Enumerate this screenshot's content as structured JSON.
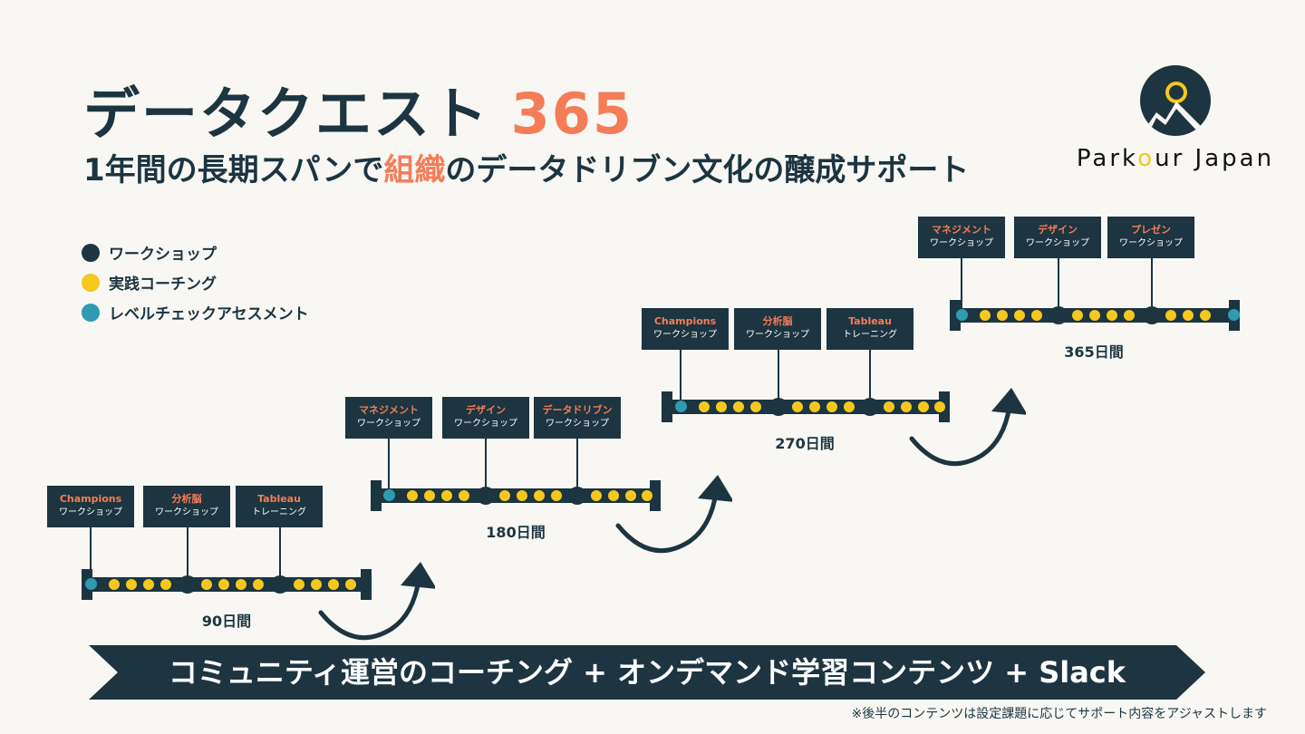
{
  "header": {
    "title": "データクエスト",
    "title_number": "365",
    "subtitle_pre": "1年間の長期スパンで",
    "subtitle_accent": "組織",
    "subtitle_post": "のデータドリブン文化の醸成サポート"
  },
  "logo": {
    "name_pre": "Park",
    "name_o": "o",
    "name_post": "ur Japan"
  },
  "legend": [
    {
      "label": "ワークショップ",
      "color": "#1c3540"
    },
    {
      "label": "実践コーチング",
      "color": "#f6c81e"
    },
    {
      "label": "レベルチェックアセスメント",
      "color": "#2e9bb1"
    }
  ],
  "stages": [
    {
      "days": "90日間",
      "items": [
        {
          "top": "Champions",
          "bottom": "ワークショップ"
        },
        {
          "top": "分析脳",
          "bottom": "ワークショップ"
        },
        {
          "top": "Tableau",
          "bottom": "トレーニング"
        }
      ]
    },
    {
      "days": "180日間",
      "items": [
        {
          "top": "マネジメント",
          "bottom": "ワークショップ"
        },
        {
          "top": "デザイン",
          "bottom": "ワークショップ"
        },
        {
          "top": "データドリブン",
          "bottom": "ワークショップ"
        }
      ]
    },
    {
      "days": "270日間",
      "items": [
        {
          "top": "Champions",
          "bottom": "ワークショップ"
        },
        {
          "top": "分析脳",
          "bottom": "ワークショップ"
        },
        {
          "top": "Tableau",
          "bottom": "トレーニング"
        }
      ]
    },
    {
      "days": "365日間",
      "items": [
        {
          "top": "マネジメント",
          "bottom": "ワークショップ"
        },
        {
          "top": "デザイン",
          "bottom": "ワークショップ"
        },
        {
          "top": "プレゼン",
          "bottom": "ワークショップ"
        }
      ]
    }
  ],
  "banner": "コミュニティ運営のコーチング + オンデマンド学習コンテンツ + Slack",
  "footnote": "※後半のコンテンツは設定課題に応じてサポート内容をアジャストします",
  "colors": {
    "navy": "#1c3540",
    "accent": "#f47c57",
    "yellow": "#f6c81e",
    "teal": "#2e9bb1"
  }
}
